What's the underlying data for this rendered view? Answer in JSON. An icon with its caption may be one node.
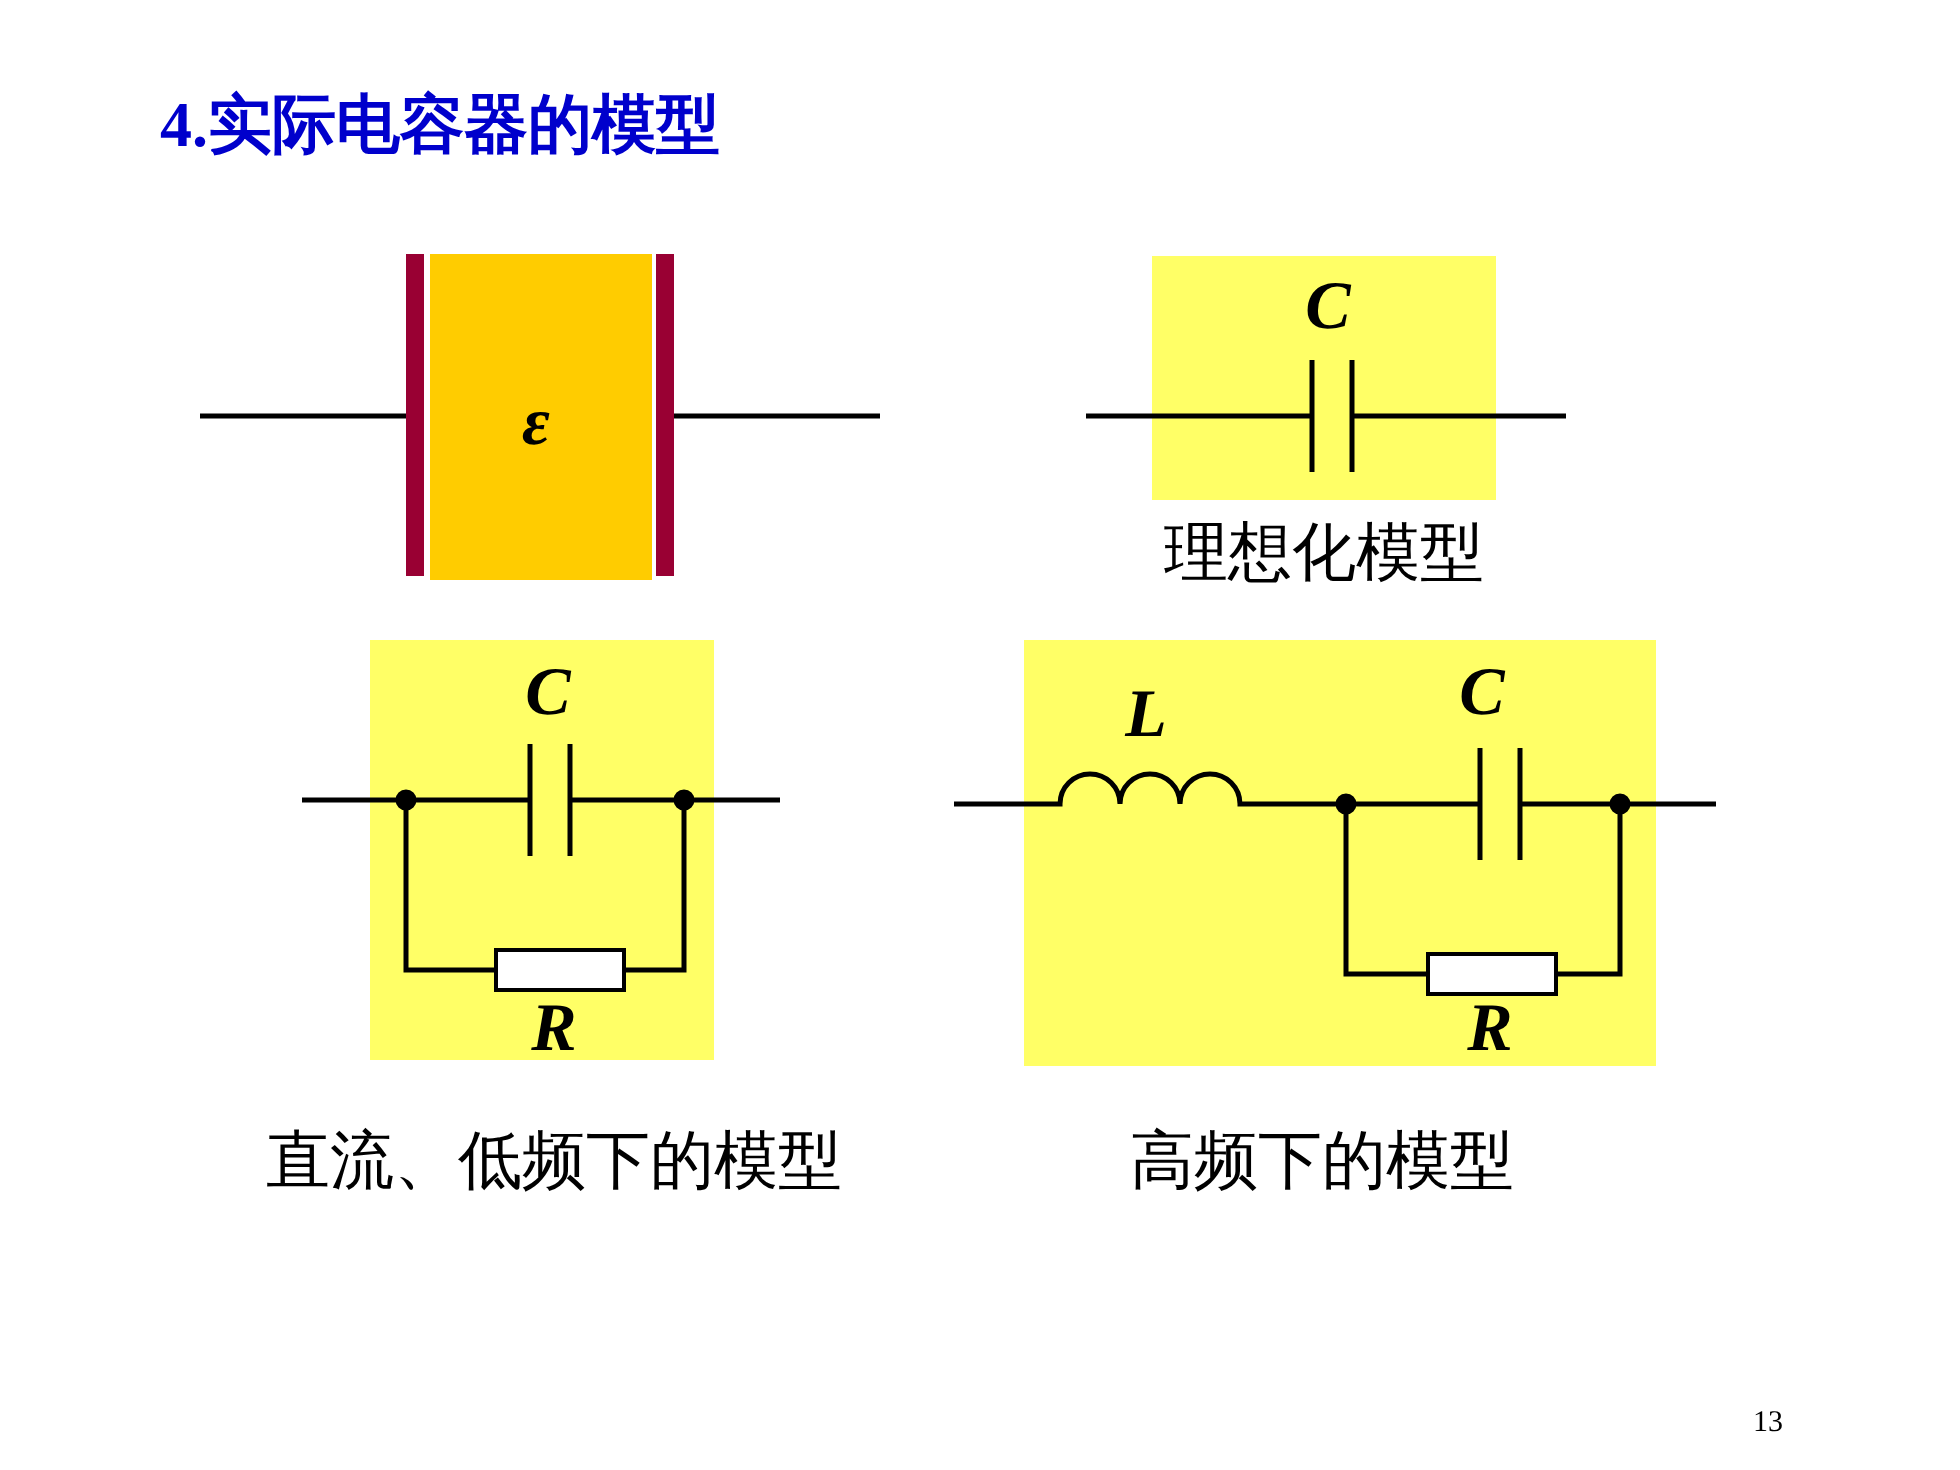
{
  "diagram": {
    "title": "4.实际电容器的模型",
    "labels": [
      "ε",
      "C",
      "理想化模型",
      "C",
      "R",
      "L",
      "C",
      "R",
      "直流、低频下的模型",
      "高频下的模型",
      "13"
    ]
  }
}
